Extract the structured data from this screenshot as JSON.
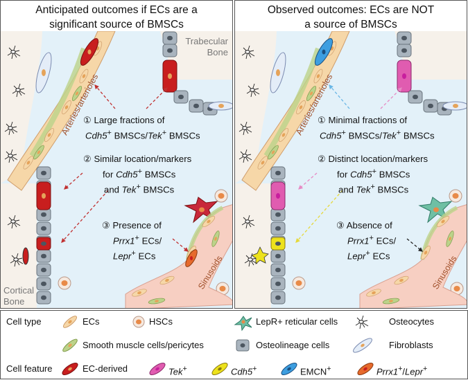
{
  "left_panel": {
    "title_line1": "Anticipated outcomes if ECs are a",
    "title_line2": "significant source of BMSCs",
    "trabecular_bone": [
      "Trabecular",
      "Bone"
    ],
    "cortical_bone": [
      "Cortical",
      "Bone"
    ],
    "vessel_label": "Arteries/arterioles",
    "sinusoid_label": "Sinusoids",
    "point1": {
      "num": "①",
      "line1": "Large fractions of",
      "line2_a": "Cdh5",
      "line2_b": " BMSCs/",
      "line2_c": "Tek",
      "line2_d": " BMSCs"
    },
    "point2": {
      "num": "②",
      "line1": "Similar location/markers",
      "line2": "for ",
      "line2_it": "Cdh5",
      "line2_rest": " BMSCs",
      "line3_a": "and ",
      "line3_it": "Tek",
      "line3_rest": " BMSCs"
    },
    "point3": {
      "num": "③",
      "line1": "Presence of",
      "line2_it": "Prrx1",
      "line2_rest": " ECs/",
      "line3_it": "Lepr",
      "line3_rest": " ECs"
    }
  },
  "right_panel": {
    "title_line1": "Observed outcomes: ECs are NOT",
    "title_line2": "a source of BMSCs",
    "point1": {
      "num": "①",
      "line1": "Minimal fractions of",
      "line2_a": "Cdh5",
      "line2_b": " BMSCs/",
      "line2_c": "Tek",
      "line2_d": " BMSCs"
    },
    "point2": {
      "num": "②",
      "line1": "Distinct location/markers",
      "line2": "for ",
      "line2_it": "Cdh5",
      "line2_rest": " BMSCs",
      "line3_a": "and ",
      "line3_it": "Tek",
      "line3_rest": " BMSCs"
    },
    "point3": {
      "num": "③",
      "line1": "Absence of",
      "line2_it": "Prrx1",
      "line2_rest": " ECs/",
      "line3_it": "Lepr",
      "line3_rest": " ECs"
    }
  },
  "superscript": "+",
  "legend": {
    "cell_type": "Cell type",
    "cell_feature": "Cell feature",
    "ecs": "ECs",
    "hscs": "HSCs",
    "lepr_reticular": "LepR+ reticular cells",
    "osteocytes": "Osteocytes",
    "smooth_muscle": "Smooth muscle cells/pericytes",
    "osteolineage": "Osteolineage cells",
    "fibroblasts": "Fibroblasts",
    "ec_derived": "EC-derived",
    "tek": "Tek",
    "cdh5": "Cdh5",
    "emcn": "EMCN",
    "prrx1": "Prrx1",
    "lepr": "Lepr",
    "slash": "/"
  },
  "colors": {
    "marrow_bg": "#e3f1f9",
    "bone_bg": "#f6f1ea",
    "ec_body": "#f6d7a8",
    "ec_nucleus": "#e5a35a",
    "smooth_muscle": "#bcd38a",
    "sinusoid_fill": "#f7cfc2",
    "osteolineage": "#a9b4be",
    "ec_derived": "#c81e1e",
    "tek": "#e05cb0",
    "cdh5": "#ede21c",
    "emcn": "#3d9ee0",
    "prrx1_lepr": "#e66a2c",
    "reticular_red": "#c8283a",
    "reticular_green": "#6fbfa4"
  }
}
